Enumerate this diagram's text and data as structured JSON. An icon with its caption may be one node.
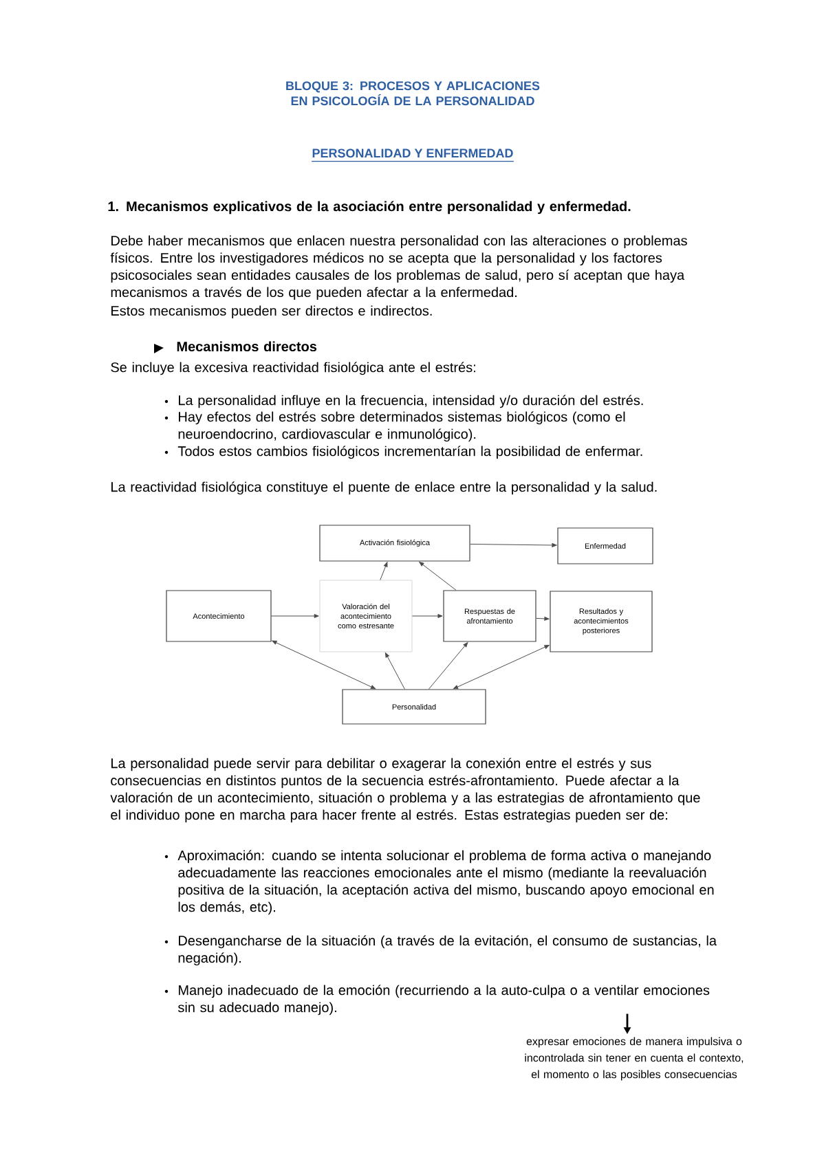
{
  "diagram": {
    "title": "BLOQUE 3: PROCESOS Y APLICACIONES EN PSICOLOGÍA DE LA PERSONALIDAD",
    "nodes": [
      {
        "text": [
          "Activación fisiológica"
        ]
      },
      {
        "text": [
          "Enfermedad"
        ]
      },
      {
        "text": [
          "Acontecimiento"
        ]
      },
      {
        "text": [
          "Valoración del acontecimiento como estresante"
        ]
      },
      {
        "text": [
          "Respuestas de afrontamiento"
        ]
      },
      {
        "text": [
          "Resultados y acontecimientos posteriores"
        ]
      },
      {
        "text": [
          "Personalidad"
        ]
      },
      {
        "text": [
          "Manejo inadecuado de la emoción (recurriendo a la auto-culpa o a ventilar emociones sin su adecuado manejo)."
        ]
      },
      {
        "text": [
          "expresar emociones de manera impulsiva o incontrolada sin tener en cuenta el contexto, el momento o las posibles consecuencias"
        ]
      }
    ],
    "edges": [
      {
        "from": 0,
        "to": 1,
        "arrow": "to"
      },
      {
        "from": 2,
        "to": 3,
        "arrow": "to"
      },
      {
        "from": 3,
        "to": 4,
        "arrow": "to"
      },
      {
        "from": 4,
        "to": 5,
        "arrow": "to"
      },
      {
        "from": 3,
        "to": 0,
        "arrow": "to"
      },
      {
        "from": 4,
        "to": 0,
        "arrow": "to"
      },
      {
        "from": 6,
        "to": 2,
        "arrow": "both"
      },
      {
        "from": 6,
        "to": 3,
        "arrow": "to"
      },
      {
        "from": 6,
        "to": 4,
        "arrow": "to"
      },
      {
        "from": 6,
        "to": 5,
        "arrow": "both"
      },
      {
        "from": 7,
        "to": 8,
        "arrow": "to"
      }
    ],
    "labels": [
      "PERSONALIDAD Y ENFERMEDAD",
      "1. Mecanismos explicativos de la asociación entre personalidad y enfermedad.",
      "Debe haber mecanismos que enlacen nuestra personalidad con las alteraciones o problemas físicos. Entre los investigadores médicos no se acepta que la personalidad y los factores psicosociales sean entidades causales de los problemas de salud, pero sí aceptan que haya mecanismos a través de los que pueden afectar a la enfermedad.",
      "Estos mecanismos pueden ser directos e indirectos.",
      "Mecanismos directos",
      "Se incluye la excesiva reactividad fisiológica ante el estrés:",
      "La personalidad influye en la frecuencia, intensidad y/o duración del estrés.",
      "Hay efectos del estrés sobre determinados sistemas biológicos (como el neuroendocrino, cardiovascular e inmunológico).",
      "Todos estos cambios fisiológicos incrementarían la posibilidad de enfermar.",
      "La reactividad fisiológica constituye el puente de enlace entre la personalidad y la salud.",
      "La personalidad puede servir para debilitar o exagerar la conexión entre el estrés y sus consecuencias en distintos puntos de la secuencia estrés-afrontamiento. Puede afectar a la valoración de un acontecimiento, situación o problema y a las estrategias de afrontamiento que el individuo pone en marcha para hacer frente al estrés. Estas estrategias pueden ser de:",
      "Aproximación: cuando se intenta solucionar el problema de forma activa o manejando adecuadamente las reacciones emocionales ante el mismo (mediante la reevaluación positiva de la situación, la aceptación activa del mismo, buscando apoyo emocional en los demás, etc).",
      "Desengancharse de la situación (a través de la evitación, el consumo de sustancias, la negación)."
    ]
  }
}
